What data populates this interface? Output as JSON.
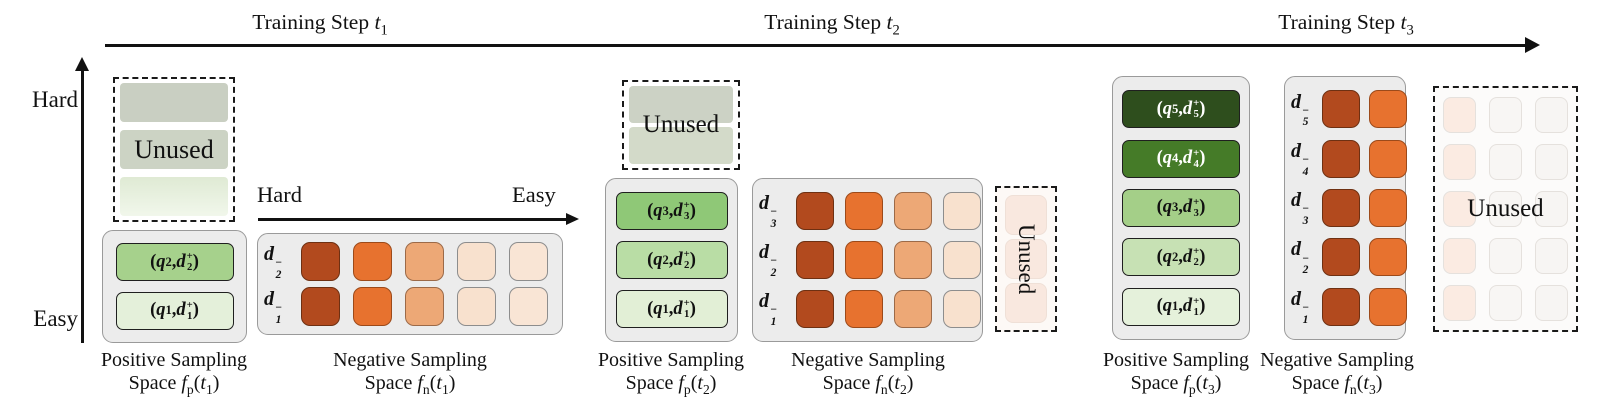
{
  "timeline_titles": [
    "Training Step t_1",
    "Training Step t_2",
    "Training Step t_3"
  ],
  "unused_label": "Unused",
  "vertical_axis": {
    "top": "Hard",
    "bottom": "Easy",
    "top_color": "#3d5c2a",
    "bottom_color": "#74a356"
  },
  "difficulty_axis": {
    "left": "Hard",
    "right": "Easy",
    "left_color": "#963d15",
    "right_color": "#e0772e"
  },
  "neg_shades": [
    {
      "bg": "#b24a1e",
      "border": "#6e3012"
    },
    {
      "bg": "#e7722f",
      "border": "#9c4a1a"
    },
    {
      "bg": "#eda876",
      "border": "#9c6a48"
    },
    {
      "bg": "#f8e1ce",
      "border": "#8d8d8d"
    },
    {
      "bg": "#f9e5d5",
      "border": "#8d8d8d"
    }
  ],
  "steps": [
    {
      "id": "t1",
      "unused_bands": [
        "#c9cfc2",
        "#ccd3c4",
        "linear-gradient(180deg,#dfead4,#f1f7eb)"
      ],
      "positive_boxes": [
        {
          "label": "(q_2, d_2^+)",
          "bg": "#a6d18c",
          "fg": "#111111"
        },
        {
          "label": "(q_1, d_1^+)",
          "bg": "#e4f0da",
          "fg": "#111111"
        }
      ],
      "negative_rows": [
        {
          "label": "d_2^−",
          "num_squares": 5
        },
        {
          "label": "d_1^−",
          "num_squares": 5
        }
      ],
      "captions": {
        "positive": [
          "Positive Sampling",
          "Space f_p(t_1)"
        ],
        "negative": [
          "Negative Sampling",
          "Space f_n(t_1)"
        ]
      }
    },
    {
      "id": "t2",
      "unused_bands": [
        "#ccd2c5",
        "#d3dac9"
      ],
      "positive_boxes": [
        {
          "label": "(q_3, d_3^+)",
          "bg": "#8fc877",
          "fg": "#111111"
        },
        {
          "label": "(q_2, d_2^+)",
          "bg": "#b9dda5",
          "fg": "#111111"
        },
        {
          "label": "(q_1, d_1^+)",
          "bg": "#e2efd6",
          "fg": "#111111"
        }
      ],
      "negative_rows": [
        {
          "label": "d_3^−",
          "num_squares": 4
        },
        {
          "label": "d_2^−",
          "num_squares": 4
        },
        {
          "label": "d_1^−",
          "num_squares": 4
        }
      ],
      "unused_side": {
        "num_squares": 3,
        "square_bg": "#f9e8df"
      },
      "captions": {
        "positive": [
          "Positive Sampling",
          "Space f_p(t_2)"
        ],
        "negative": [
          "Negative Sampling",
          "Space f_n(t_2)"
        ]
      }
    },
    {
      "id": "t3",
      "positive_boxes": [
        {
          "label": "(q_5, d_5^+)",
          "bg": "#2e4e1d",
          "fg": "#ffffff"
        },
        {
          "label": "(q_4, d_4^+)",
          "bg": "#457b28",
          "fg": "#ffffff"
        },
        {
          "label": "(q_3, d_3^+)",
          "bg": "#a4cf88",
          "fg": "#111111"
        },
        {
          "label": "(q_2, d_2^+)",
          "bg": "#c7e1b4",
          "fg": "#111111"
        },
        {
          "label": "(q_1, d_1^+)",
          "bg": "#e5f1db",
          "fg": "#111111"
        }
      ],
      "negative_rows": [
        {
          "label": "d_5^−",
          "num_squares": 2
        },
        {
          "label": "d_4^−",
          "num_squares": 2
        },
        {
          "label": "d_3^−",
          "num_squares": 2
        },
        {
          "label": "d_2^−",
          "num_squares": 2
        },
        {
          "label": "d_1^−",
          "num_squares": 2
        }
      ],
      "unused_grid": {
        "rows": 5,
        "cols": 3,
        "col_colors": [
          "#fbebe2",
          "#f8f6f4",
          "#f7f5f3"
        ]
      },
      "captions": {
        "positive": [
          "Positive Sampling",
          "Space f_p(t_3)"
        ],
        "negative": [
          "Negative Sampling",
          "Space f_n(t_3)"
        ]
      }
    }
  ]
}
